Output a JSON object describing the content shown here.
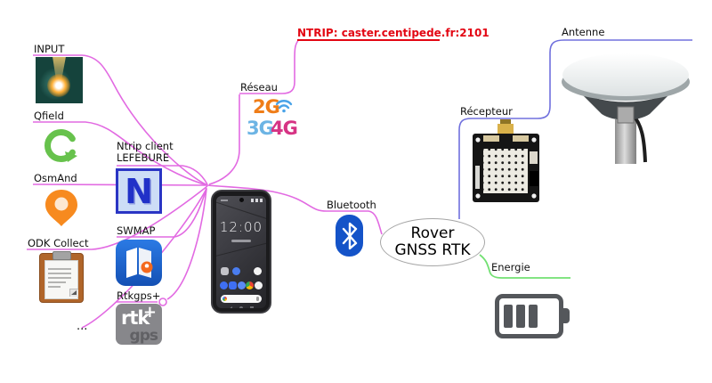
{
  "diagram": {
    "center": {
      "title_line1": "Rover",
      "title_line2": "GNSS RTK"
    },
    "ntrip_banner": "NTRIP: caster.centipede.fr:2101",
    "left_branch": {
      "input": "INPUT",
      "qfield": "Qfield",
      "osmand": "OsmAnd",
      "odk": "ODK Collect",
      "more": "...",
      "ntrip_client_line1": "Ntrip client",
      "ntrip_client_line2": "LEFEBURE",
      "swmap": "SWMAP",
      "rtkgps": "Rtkgps+"
    },
    "network": {
      "label": "Réseau",
      "badge_2g": "2G",
      "badge_3g": "3G",
      "badge_4g": "4G"
    },
    "bluetooth_label": "Bluetooth",
    "receiver_label": "Récepteur",
    "antenna_label": "Antenne",
    "energy_label": "Energie"
  },
  "lefebure_icon_letter": "N",
  "rtk_icon": {
    "line1": "rtk",
    "plus": "+",
    "line2": "gps"
  },
  "phone": {
    "clock": "12:00"
  },
  "icons": [
    "input-app-icon",
    "qfield-icon",
    "osmand-icon",
    "odk-collect-icon",
    "ntrip-lefebure-icon",
    "swmap-icon",
    "rtkgps-icon",
    "wifi-icon",
    "bluetooth-icon",
    "smartphone-image",
    "gnss-receiver-board-image",
    "gnss-antenna-image",
    "battery-icon"
  ],
  "colors": {
    "branch_pink": "#e26ae2",
    "branch_purple": "#7070dd",
    "branch_green": "#72e072",
    "ntrip_red": "#e30613",
    "badge_2g_orange": "#ef7d18",
    "badge_3g_blue": "#6cb4e4",
    "badge_4g_pink": "#d63384",
    "bluetooth_blue": "#1453c8",
    "ellipse_border": "#a6a6a6"
  }
}
